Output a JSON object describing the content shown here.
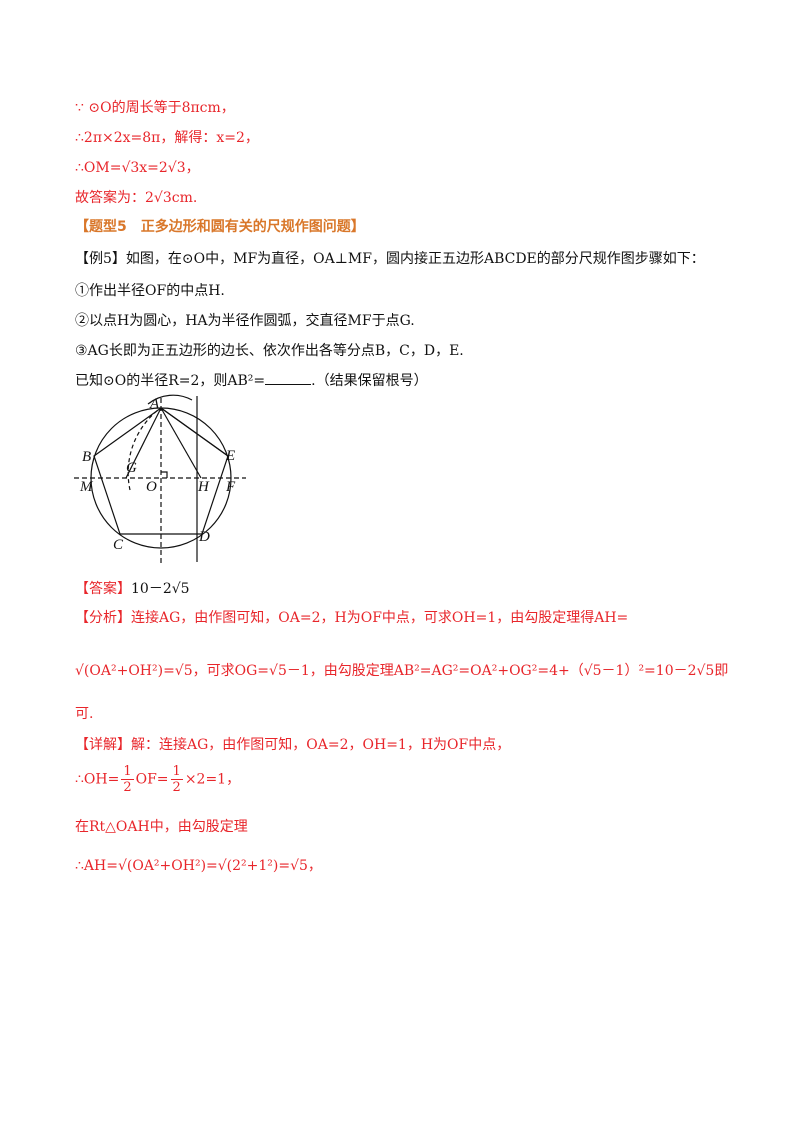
{
  "solution_top": {
    "line1": "∵ ⊙O的周长等于8πcm，",
    "line2": "∴2π×2x=8π，解得：x=2，",
    "line3": "∴OM=√3x=2√3，",
    "line4": "故答案为：2√3cm."
  },
  "section_heading": "【题型5　正多边形和圆有关的尺规作图问题】",
  "example": {
    "intro": "【例5】如图，在⊙O中，MF为直径，OA⊥MF，圆内接正五边形ABCDE的部分尺规作图步骤如下：",
    "step1": "①作出半径OF的中点H.",
    "step2": "②以点H为圆心，HA为半径作圆弧，交直径MF于点G.",
    "step3": "③AG长即为正五边形的边长、依次作出各等分点B，C，D，E.",
    "question_a": "已知⊙O的半径R=2，则AB²=",
    "question_b": ".（结果保留根号）"
  },
  "figure_labels": {
    "A": "A",
    "B": "B",
    "C": "C",
    "D": "D",
    "E": "E",
    "F": "F",
    "G": "G",
    "H": "H",
    "M": "M",
    "O": "O"
  },
  "answer": {
    "tag": "【答案】",
    "value": "10－2√5"
  },
  "analysis": {
    "tag": "【分析】",
    "line1": "连接AG，由作图可知，OA=2，H为OF中点，可求OH=1，由勾股定理得AH=",
    "line2": "√(OA²+OH²)=√5，可求OG=√5－1，由勾股定理AB²=AG²=OA²+OG²=4+（√5－1）²=10－2√5即",
    "line3": "可."
  },
  "detail": {
    "tag": "【详解】",
    "line1": "解：连接AG，由作图可知，OA=2，OH=1，H为OF中点，",
    "oh_prefix": "∴OH=",
    "half": "1",
    "two": "2",
    "oh_mid": "OF=",
    "oh_suffix": "×2=1，",
    "line3": "在Rt△OAH中，由勾股定理",
    "line4": "∴AH=√(OA²+OH²)=√(2²+1²)=√5，"
  }
}
